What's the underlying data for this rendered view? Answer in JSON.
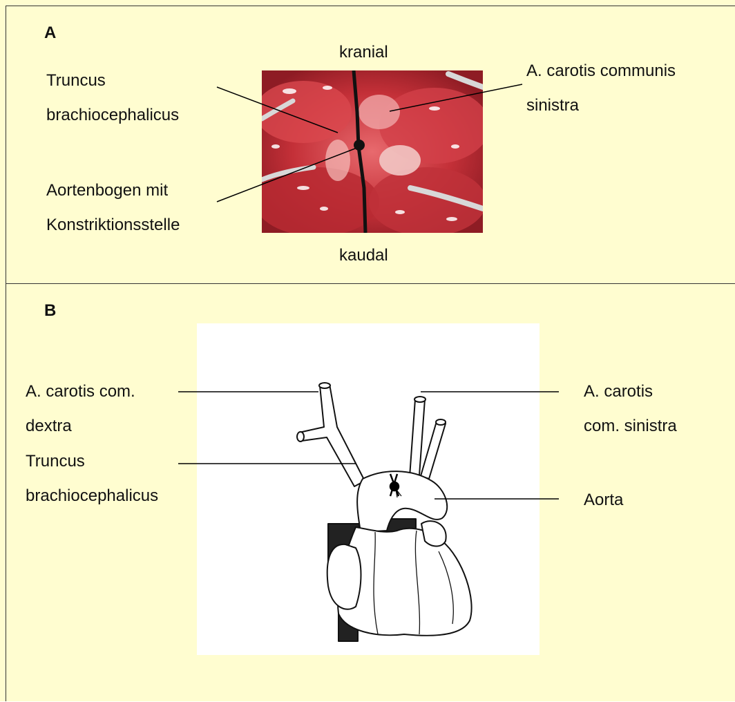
{
  "panel_a": {
    "letter": "A",
    "kranial": "kranial",
    "kaudal": "kaudal",
    "truncus_line1": "Truncus",
    "truncus_line2": "brachiocephalicus",
    "carotis_line1": "A. carotis communis",
    "carotis_line2": "sinistra",
    "aorten_line1": "Aortenbogen mit",
    "aorten_line2": "Konstriktionsstelle"
  },
  "panel_b": {
    "letter": "B",
    "dextra_line1": "A. carotis com.",
    "dextra_line2": "dextra",
    "truncus_line1": "Truncus",
    "truncus_line2": "brachiocephalicus",
    "sinistra_line1": "A. carotis",
    "sinistra_line2": "com. sinistra",
    "aorta": "Aorta"
  },
  "colors": {
    "panel_background": "#fffdd0",
    "tissue_red": "#c8323a",
    "suture_black": "#111111"
  }
}
